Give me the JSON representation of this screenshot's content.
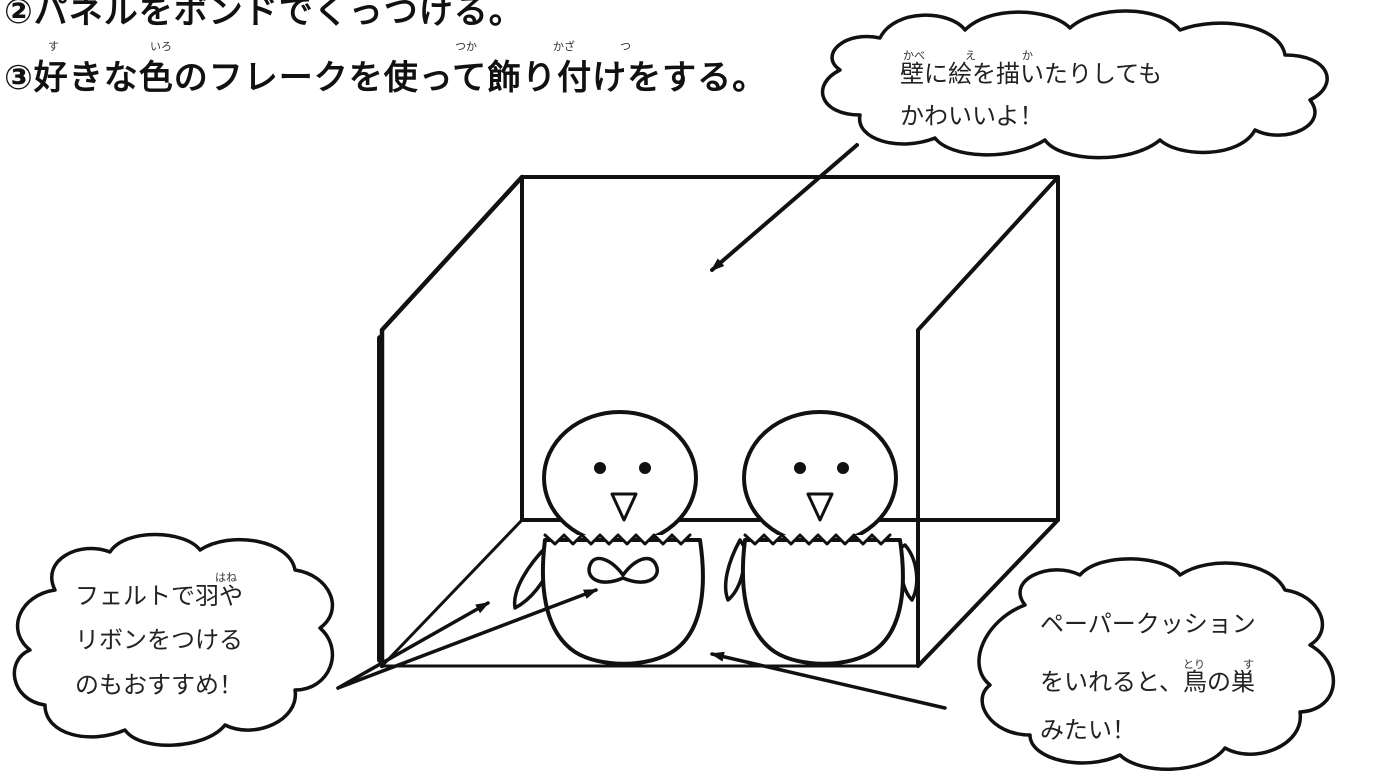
{
  "instructions": {
    "step2": "②パネルをボンドでくっつける。",
    "step3": "③好きな色のフレークを使って飾り付けをする。",
    "step3_ruby": {
      "suki": "す",
      "iro": "いろ",
      "tsuka": "つか",
      "kaza": "かざ",
      "tsu": "つ"
    }
  },
  "callouts": {
    "wall": {
      "line1": "壁に絵を描いたりしても",
      "line2": "かわいいよ！",
      "ruby": {
        "kabe": "かべ",
        "e": "え",
        "ka": "か"
      }
    },
    "felt": {
      "line1": "フェルトで羽や",
      "line2": "リボンをつける",
      "line3": "のもおすすめ！",
      "ruby": {
        "hane": "はね"
      }
    },
    "cushion": {
      "line1": "ペーパークッション",
      "line2": "をいれると、鳥の巣",
      "line3": "みたい！",
      "ruby": {
        "tori": "とり",
        "su": "す"
      }
    }
  },
  "colors": {
    "ink": "#111111",
    "paper": "#ffffff"
  }
}
